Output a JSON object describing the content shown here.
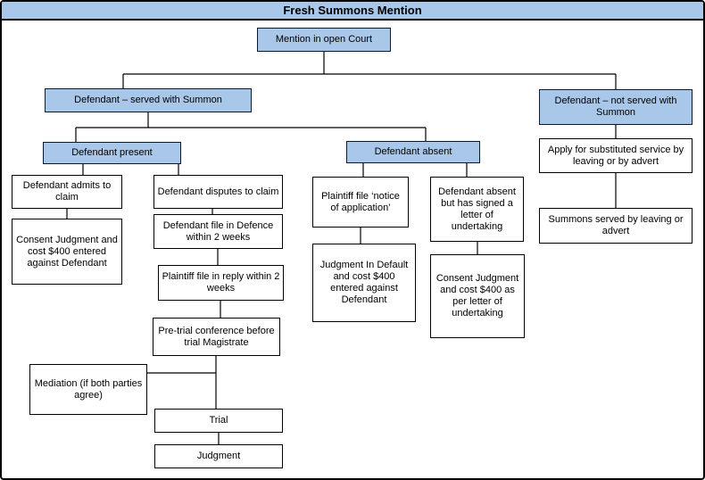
{
  "title": "Fresh Summons Mention",
  "colors": {
    "node_fill_blue": "#A9C7E8",
    "node_fill_white": "#FFFFFF",
    "border": "#000000",
    "text": "#000000"
  },
  "nodes": {
    "mention": {
      "label": "Mention in open Court"
    },
    "served": {
      "label": "Defendant – served with Summon"
    },
    "not_served": {
      "label": "Defendant – not served with Summon"
    },
    "present": {
      "label": "Defendant present"
    },
    "absent": {
      "label": "Defendant absent"
    },
    "admits": {
      "label": "Defendant admits to claim"
    },
    "consent_judgment": {
      "label": "Consent Judgment and cost $400 entered against Defendant"
    },
    "disputes": {
      "label": "Defendant disputes to claim"
    },
    "defence": {
      "label": "Defendant file in Defence within 2 weeks"
    },
    "reply": {
      "label": "Plaintiff file in reply within 2 weeks"
    },
    "pretrial": {
      "label": "Pre-trial conference before trial Magistrate"
    },
    "mediation": {
      "label": "Mediation (if both parties agree)"
    },
    "trial": {
      "label": "Trial"
    },
    "judgment": {
      "label": "Judgment"
    },
    "notice": {
      "label": "Plaintiff file ‘notice of application’"
    },
    "default_judgment": {
      "label": "Judgment In Default and cost $400 entered against Defendant"
    },
    "undertaking": {
      "label": "Defendant absent but has signed a letter of undertaking"
    },
    "consent_undertaking": {
      "label": "Consent Judgment and cost $400 as per letter of undertaking"
    },
    "substituted": {
      "label": "Apply for substituted service by leaving or by advert"
    },
    "summons_served": {
      "label": "Summons served by leaving or advert"
    }
  },
  "edges": [
    [
      "mention",
      "served"
    ],
    [
      "mention",
      "not_served"
    ],
    [
      "served",
      "present"
    ],
    [
      "served",
      "absent"
    ],
    [
      "present",
      "admits"
    ],
    [
      "admits",
      "consent_judgment"
    ],
    [
      "present",
      "disputes"
    ],
    [
      "disputes",
      "defence"
    ],
    [
      "defence",
      "reply"
    ],
    [
      "reply",
      "pretrial"
    ],
    [
      "pretrial",
      "mediation"
    ],
    [
      "pretrial",
      "trial"
    ],
    [
      "trial",
      "judgment"
    ],
    [
      "absent",
      "notice"
    ],
    [
      "notice",
      "default_judgment"
    ],
    [
      "absent",
      "undertaking"
    ],
    [
      "undertaking",
      "consent_undertaking"
    ],
    [
      "not_served",
      "substituted"
    ],
    [
      "substituted",
      "summons_served"
    ]
  ]
}
